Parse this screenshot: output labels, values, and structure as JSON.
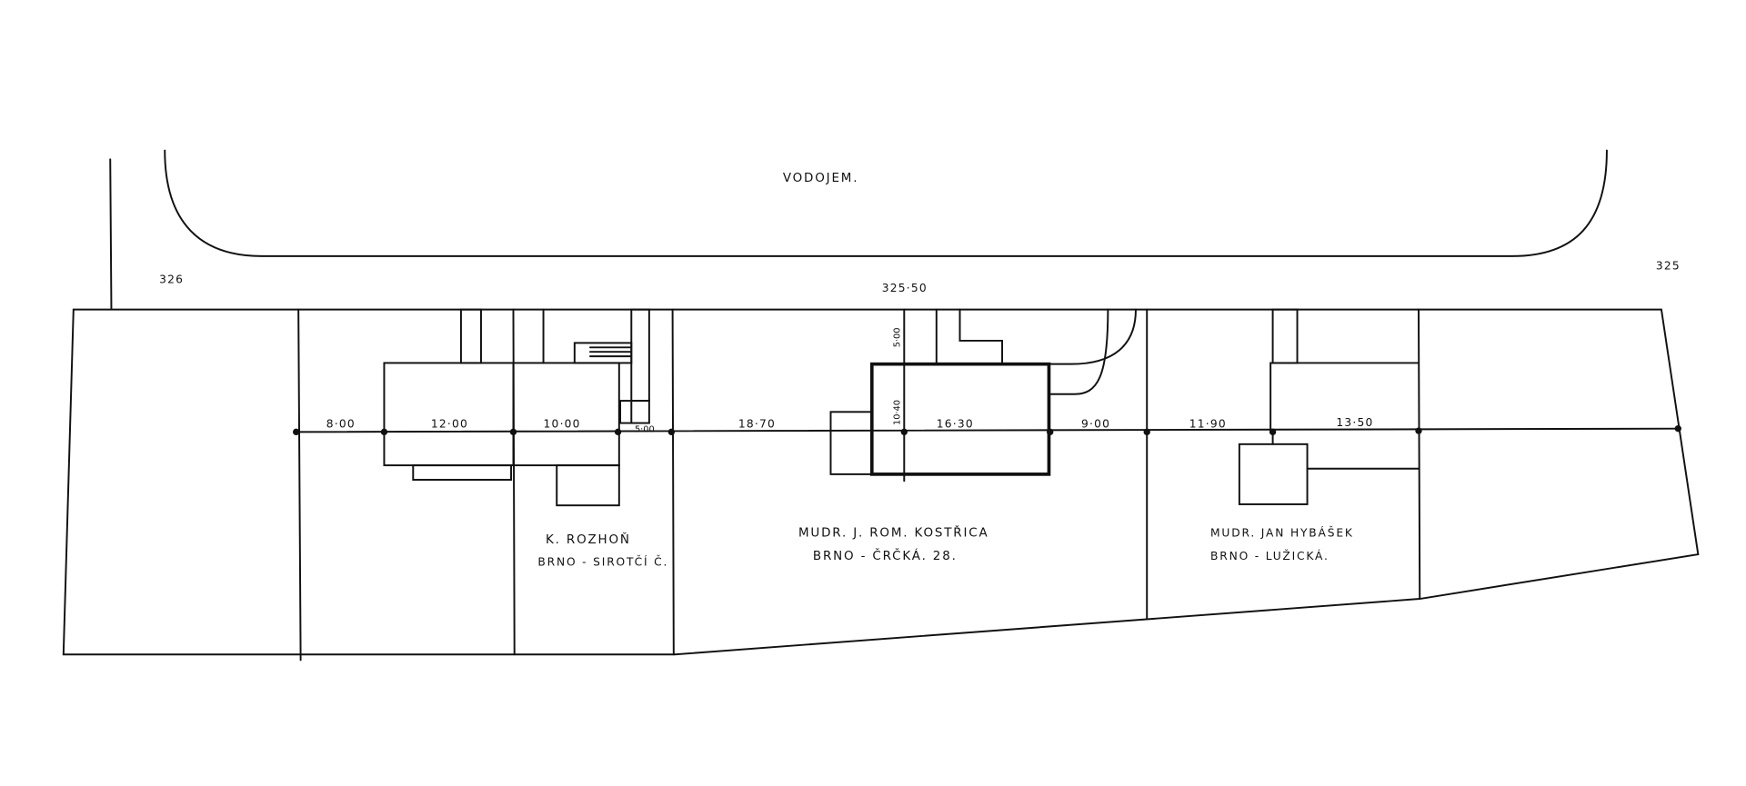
{
  "title": "VODOJEM.",
  "elevations": {
    "left": "326",
    "right": "325",
    "center": "325·50"
  },
  "dimensions": [
    "8·00",
    "12·00",
    "10·00",
    "5·00",
    "18·70",
    "16·30",
    "9·00",
    "11·90",
    "13·50"
  ],
  "vertical_dimensions": [
    "5·00",
    "10·40"
  ],
  "owners": [
    {
      "name": "K. ROZHOŇ",
      "address": "BRNO - SIROTČÍ Č."
    },
    {
      "name": "MUDR. J. ROM. KOSTŘICA",
      "address": "BRNO - ČRČKÁ. 28."
    },
    {
      "name": "MUDR. JAN HYBÁŠEK",
      "address": "BRNO - LUŽICKÁ."
    }
  ]
}
